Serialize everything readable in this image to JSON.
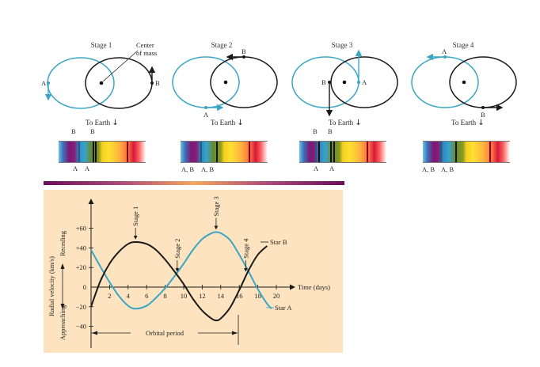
{
  "stages": [
    {
      "title": "Stage 1",
      "annotation": "Center of mass",
      "annotation_line1": "Center",
      "annotation_line2": "of mass",
      "star_a_label": "A",
      "star_b_label": "B",
      "earth_label": "To Earth",
      "spectrum_top_labels": [
        "B",
        "B"
      ],
      "spectrum_bottom_labels": [
        "A",
        "A"
      ]
    },
    {
      "title": "Stage 2",
      "star_a_label": "A",
      "star_b_label": "B",
      "earth_label": "To Earth",
      "spectrum_bottom_labels": [
        "A, B",
        "A, B"
      ]
    },
    {
      "title": "Stage 3",
      "star_a_label": "A",
      "star_b_label": "B",
      "earth_label": "To Earth",
      "spectrum_top_labels": [
        "B",
        "B"
      ],
      "spectrum_bottom_labels": [
        "A",
        "A"
      ]
    },
    {
      "title": "Stage 4",
      "star_a_label": "A",
      "star_b_label": "B",
      "earth_label": "To Earth",
      "spectrum_bottom_labels": [
        "A, B",
        "A, B"
      ]
    }
  ],
  "colors": {
    "star_a": "#3aa6c4",
    "star_b": "#1a1a1a",
    "graph_background": "#fde3bf",
    "divider_edge": "#6a0f5a",
    "divider_center": "#f2a860"
  },
  "chart_data": {
    "type": "line",
    "title": "",
    "xlabel": "Time (days)",
    "ylabel": "Radial velocity (km/s)",
    "ylabel_up": "Receding",
    "ylabel_down": "Approaching",
    "x_ticks": [
      2,
      4,
      6,
      8,
      10,
      12,
      14,
      16,
      18,
      20
    ],
    "y_ticks": [
      "+60",
      "+40",
      "+20",
      "0",
      "-20",
      "-40"
    ],
    "y_tick_values": [
      60,
      40,
      20,
      0,
      -20,
      -40
    ],
    "xlim": [
      0,
      21
    ],
    "ylim": [
      -45,
      70
    ],
    "grid": false,
    "series": [
      {
        "name": "Star A",
        "color": "#3aa6c4",
        "x": [
          0,
          1,
          2,
          3,
          4,
          4.8,
          6,
          7,
          8,
          9,
          10,
          11,
          12,
          13,
          13.5,
          14,
          15,
          16,
          17,
          18,
          19,
          19.5
        ],
        "values": [
          38,
          21,
          5,
          -9,
          -19,
          -22,
          -19,
          -11,
          -1,
          11,
          24,
          38,
          49,
          55,
          56,
          55,
          48,
          33,
          16,
          -2,
          -17,
          -22
        ]
      },
      {
        "name": "Star B",
        "color": "#1a1a1a",
        "x": [
          0,
          1,
          2,
          3,
          4,
          4.8,
          6,
          7,
          8,
          9,
          10,
          11,
          12,
          13,
          13.5,
          14,
          15,
          16,
          17,
          18,
          19
        ],
        "values": [
          -20,
          6,
          24,
          36,
          44,
          46,
          44,
          38,
          28,
          16,
          3,
          -12,
          -24,
          -32,
          -34,
          -32,
          -21,
          -3,
          17,
          33,
          42
        ]
      }
    ],
    "annotations": [
      {
        "text": "Stage 1",
        "x": 4.8,
        "y": 46
      },
      {
        "text": "Stage 2",
        "x": 9.3,
        "y": 13
      },
      {
        "text": "Stage 3",
        "x": 13.5,
        "y": 56
      },
      {
        "text": "Stage 4",
        "x": 16.7,
        "y": 13
      },
      {
        "text": "Orbital period",
        "x_start": 0,
        "x_end": 16
      }
    ],
    "legend": [
      "Star B",
      "Star A"
    ],
    "legend_position": "inline at curve ends"
  },
  "graph": {
    "x_axis_label": "Time (days)",
    "y_axis_label": "Radial velocity (km/s)",
    "receding": "Receding",
    "approaching": "Approaching",
    "orbital_period": "Orbital period",
    "star_a": "Star A",
    "star_b": "Star B",
    "stage_labels": [
      "Stage 1",
      "Stage 2",
      "Stage 3",
      "Stage 4"
    ],
    "y_ticks": [
      "+60",
      "+40",
      "+20",
      "0",
      "−20",
      "−40"
    ],
    "x_ticks": [
      "2",
      "4",
      "6",
      "8",
      "10",
      "12",
      "14",
      "16",
      "18",
      "20"
    ]
  }
}
